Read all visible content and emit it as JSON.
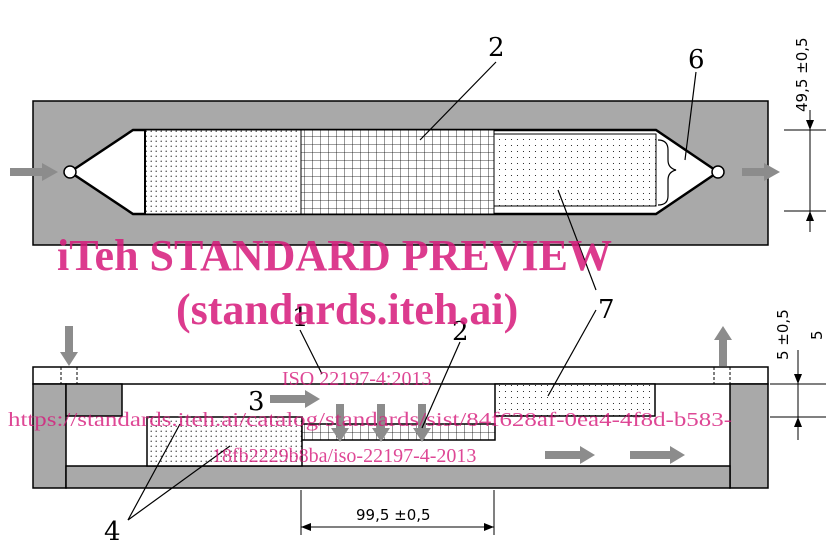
{
  "labels": {
    "l1": "1",
    "l2_top": "2",
    "l2_bottom": "2",
    "l3": "3",
    "l4": "4",
    "l6": "6",
    "l7": "7"
  },
  "dimensions": {
    "top_right": "49,5 ±0,5",
    "bottom_right": "5 ±0,5",
    "bottom_right_cut": "5",
    "bottom": "99,5 ±0,5"
  },
  "watermark": {
    "line1": "iTeh STANDARD PREVIEW",
    "line2": "(standards.iteh.ai)",
    "code": "ISO 22197-4:2013",
    "url_part1": "https://standards.iteh.ai/catalog/standards/sist/84f628af-0ea4-4f8d-b583-",
    "url_part2": "18fb2229b8ba/iso-22197-4-2013"
  },
  "colors": {
    "gray": "#a9a9a9",
    "arrow": "#8c8c8c",
    "watermark": "#d6197a"
  }
}
